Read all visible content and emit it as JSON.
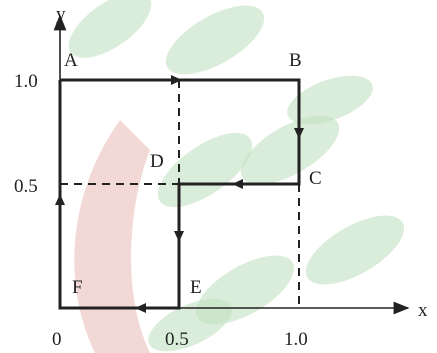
{
  "axes": {
    "x_label": "x",
    "y_label": "y",
    "x_ticks": [
      "0",
      "0.5",
      "1.0"
    ],
    "y_ticks": [
      "1.0",
      "0.5"
    ]
  },
  "points": {
    "A": {
      "label": "A",
      "x": 0,
      "y": 1.0
    },
    "B": {
      "label": "B",
      "x": 1.0,
      "y": 1.0
    },
    "C": {
      "label": "C",
      "x": 1.0,
      "y": 0.5
    },
    "D": {
      "label": "D",
      "x": 0.5,
      "y": 0.5
    },
    "E": {
      "label": "E",
      "x": 0.5,
      "y": 0
    },
    "F": {
      "label": "F",
      "x": 0,
      "y": 0
    }
  },
  "path_order": [
    "A",
    "B",
    "C",
    "D",
    "E",
    "F",
    "A"
  ],
  "colors": {
    "ink": "#222222",
    "watermark_green": "#8fc98f",
    "watermark_red": "#c0392b"
  }
}
